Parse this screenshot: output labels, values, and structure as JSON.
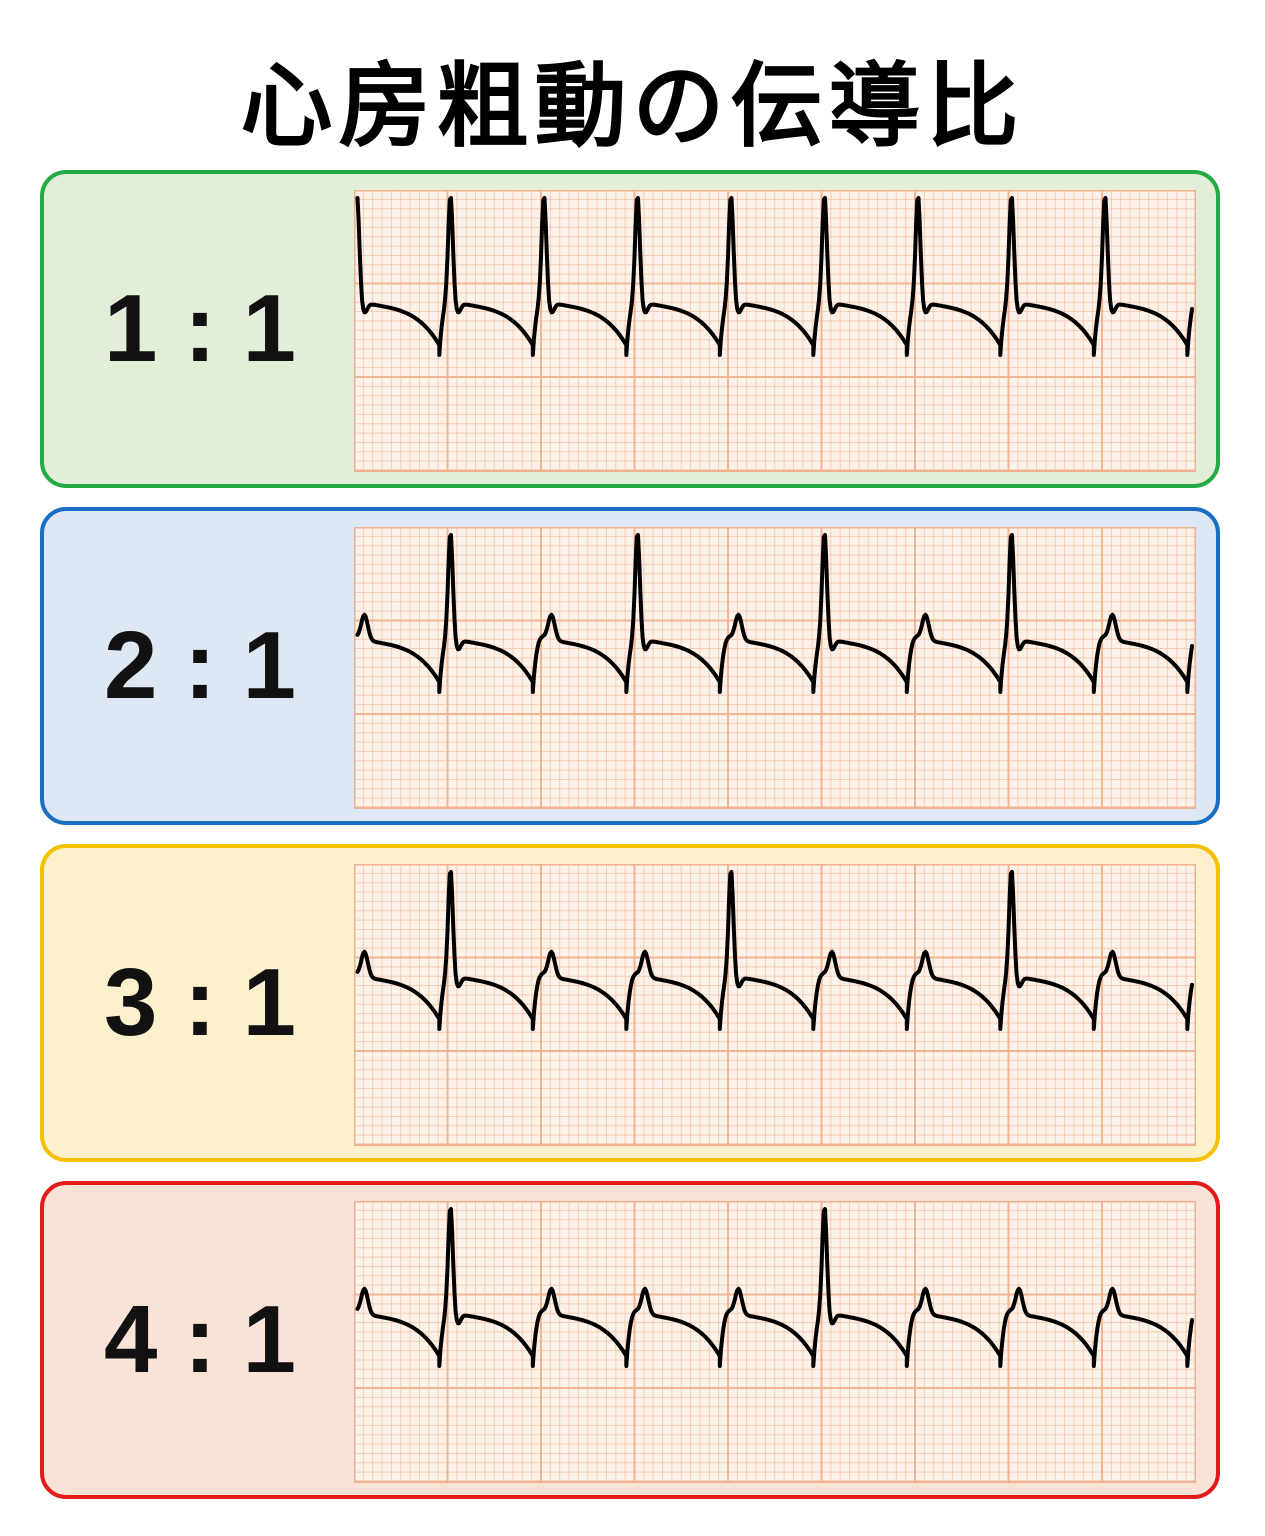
{
  "title": "心房粗動の伝導比",
  "panels": [
    {
      "ratio": "1 : 1",
      "border_color": "#22aa44",
      "bg_color": "#e3eed8",
      "pattern": "1:1"
    },
    {
      "ratio": "2 : 1",
      "border_color": "#1a6fc4",
      "bg_color": "#dde8f4",
      "pattern": "2:1"
    },
    {
      "ratio": "3 : 1",
      "border_color": "#f5c000",
      "bg_color": "#fdf0cc",
      "pattern": "3:1"
    },
    {
      "ratio": "4 : 1",
      "border_color": "#e31b1b",
      "bg_color": "#f9e3d6",
      "pattern": "4:1"
    }
  ],
  "grid_color": "#f2b08c",
  "trace_color": "#000000"
}
